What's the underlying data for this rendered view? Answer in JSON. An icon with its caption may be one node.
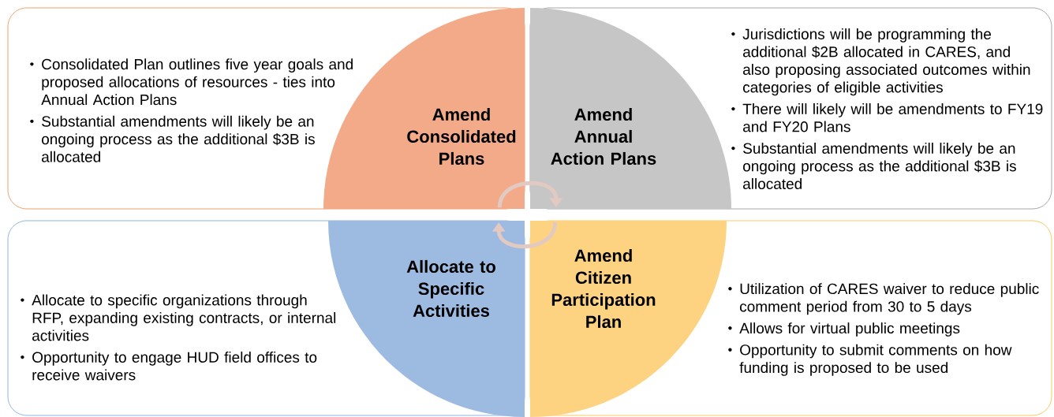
{
  "diagram": {
    "nodes": [
      {
        "text": [
          "Consolidated Plan outlines five year goals and proposed allocations of resources - ties into Annual Action Plans",
          "Substantial amendments will likely be an ongoing process as the additional $3B is allocated"
        ]
      },
      {
        "text": [
          "Amend Consolidated Plans"
        ],
        "in": 0
      },
      {
        "text": [
          "Jurisdictions will be programming the additional $2B allocated in CARES, and also proposing associated outcomes within categories of eligible activities",
          "There will likely will be amendments to FY19 and FY20 Plans",
          "Substantial amendments will likely be an ongoing process as the additional $3B is allocated"
        ]
      },
      {
        "text": [
          "Amend Annual Action Plans"
        ],
        "in": 2
      },
      {
        "text": [
          "Allocate to specific organizations through RFP, expanding existing contracts, or internal activities",
          "Opportunity to engage HUD field offices to receive waivers"
        ]
      },
      {
        "text": [
          "Allocate to Specific Activities"
        ],
        "in": 4
      },
      {
        "text": [
          "Utilization of CARES waiver to reduce public comment period from 30 to 5 days",
          "Allows for virtual public meetings",
          "Opportunity to submit comments on how funding is proposed to be used"
        ]
      },
      {
        "text": [
          "Amend Citizen Participation Plan"
        ],
        "in": 6
      }
    ],
    "edges": [
      {
        "from": 1,
        "to": 3,
        "arrow": "to"
      },
      {
        "from": 7,
        "to": 5,
        "arrow": "to"
      }
    ]
  }
}
